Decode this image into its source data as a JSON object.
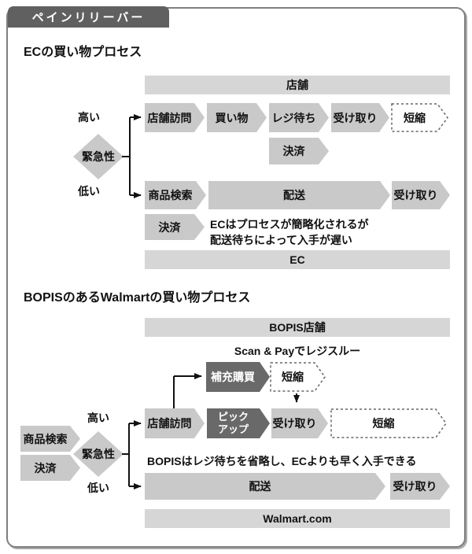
{
  "header": {
    "tab_label": "ペインリリーバー"
  },
  "colors": {
    "tab_bg": "#606060",
    "frame_border": "#7f7f7f",
    "band_bg": "#d6d6d6",
    "chevron_light": "#c9c9c9",
    "chevron_dark": "#696969",
    "arrow": "#111111"
  },
  "ec": {
    "title": "ECの買い物プロセス",
    "channel_top": "店舗",
    "channel_bottom": "EC",
    "urgency": {
      "label": "緊急性",
      "high": "高い",
      "low": "低い"
    },
    "store_flow": {
      "visit": "店舗訪問",
      "shopping": "買い物",
      "register_wait": "レジ待ち",
      "receive": "受け取り",
      "shorten": "短縮",
      "payment": "決済"
    },
    "ec_flow": {
      "search": "商品検索",
      "delivery": "配送",
      "receive": "受け取り",
      "payment": "決済"
    },
    "note_line1": "ECはプロセスが簡略化されるが",
    "note_line2": "配送待ちによって入手が遅い"
  },
  "bopis": {
    "title": "BOPISのあるWalmartの買い物プロセス",
    "channel_top": "BOPIS店舗",
    "channel_bottom": "Walmart.com",
    "scan_pay_note": "Scan & Payでレジスルー",
    "urgency": {
      "label": "緊急性",
      "high": "高い",
      "low": "低い"
    },
    "left_flow": {
      "search": "商品検索",
      "payment": "決済"
    },
    "store_flow": {
      "replenish": "補充購買",
      "shorten_small": "短縮",
      "visit": "店舗訪問",
      "pickup_line1": "ピック",
      "pickup_line2": "アップ",
      "receive": "受け取り",
      "shorten_long": "短縮"
    },
    "note": "BOPISはレジ待ちを省略し、ECよりも早く入手できる",
    "ec_flow": {
      "delivery": "配送",
      "receive": "受け取り"
    }
  }
}
